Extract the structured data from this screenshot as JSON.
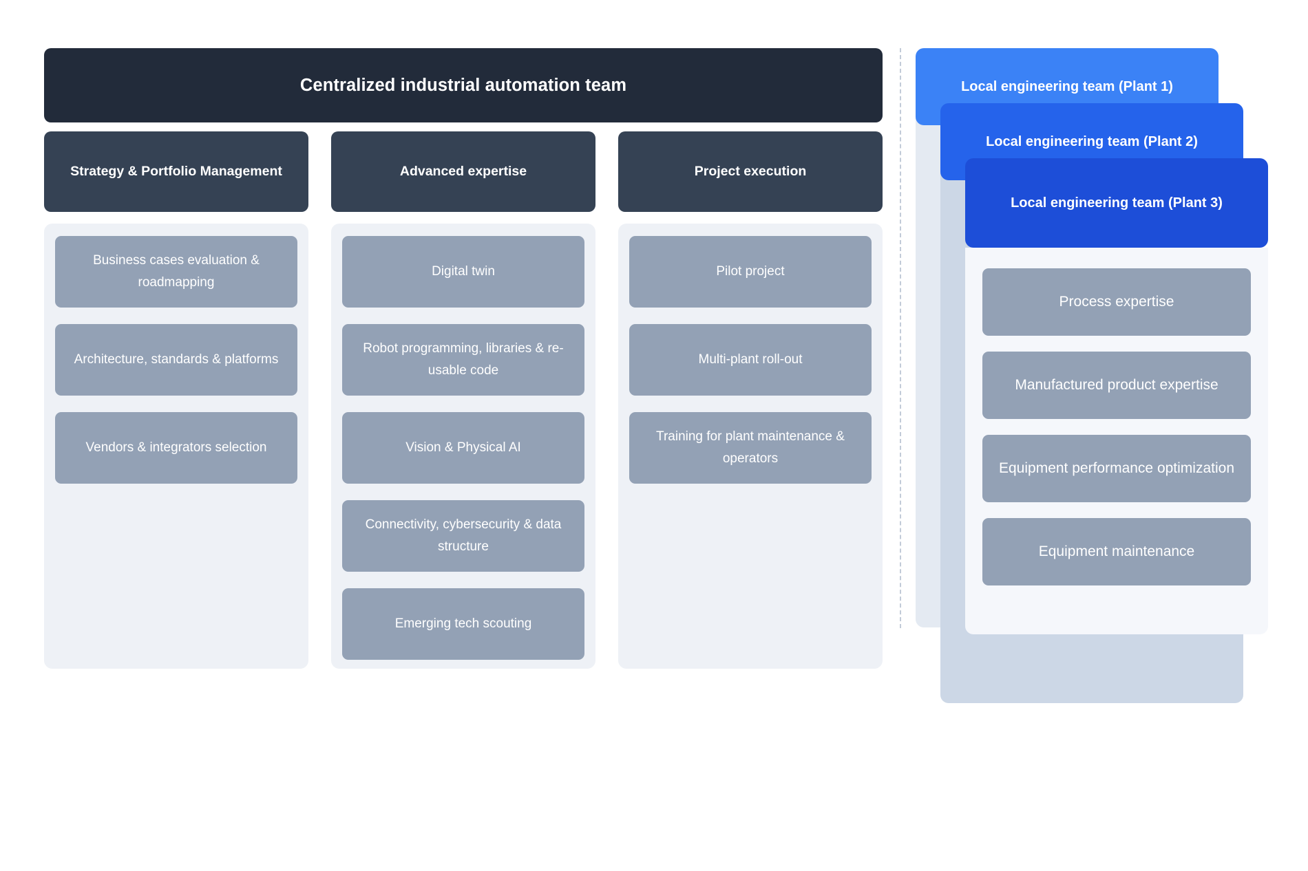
{
  "theme": {
    "header_dark": "#222b3a",
    "column_header_dark": "#354254",
    "card_slate": "#93a1b5",
    "column_body_bg": "#eef1f6",
    "blue_plant_1": "#3b82f6",
    "blue_plant_2": "#2563eb",
    "blue_plant_3": "#1d4ed8",
    "divider": "#c2cbd8",
    "page_bg": "#ffffff"
  },
  "central": {
    "title": "Centralized industrial automation team",
    "columns": [
      {
        "header": "Strategy & Portfolio Management",
        "cards": [
          "Business cases evaluation & roadmapping",
          "Architecture, standards & platforms",
          "Vendors & integrators selection"
        ]
      },
      {
        "header": "Advanced expertise",
        "cards": [
          "Digital twin",
          "Robot programming, libraries & re-usable code",
          "Vision & Physical AI",
          "Connectivity, cybersecurity & data structure",
          "Emerging tech scouting"
        ]
      },
      {
        "header": "Project execution",
        "cards": [
          "Pilot project",
          "Multi-plant roll-out",
          "Training for plant maintenance & operators"
        ]
      }
    ]
  },
  "local": {
    "plants": [
      {
        "title": "Local engineering team (Plant 1)"
      },
      {
        "title": "Local engineering team (Plant 2)"
      },
      {
        "title": "Local engineering team (Plant 3)"
      }
    ],
    "front_plant_cards": [
      "Process expertise",
      "Manufactured product expertise",
      "Equipment performance optimization",
      "Equipment maintenance"
    ]
  }
}
